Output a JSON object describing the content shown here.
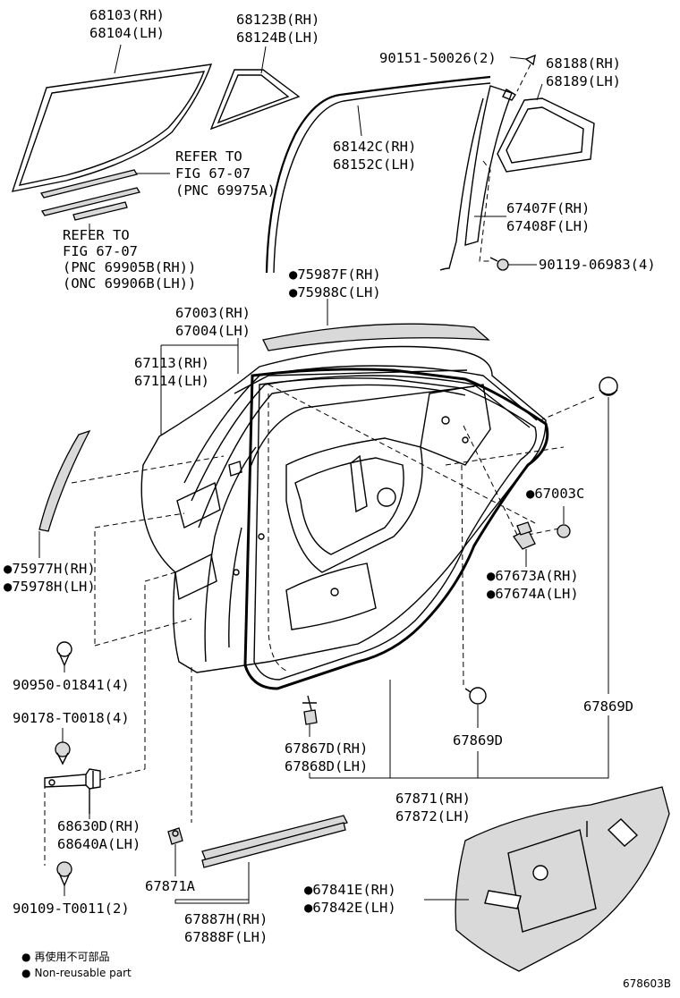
{
  "labels": {
    "glass_rh": "68103(RH)",
    "glass_lh": "68104(LH)",
    "quarter_glass_rh": "68123B(RH)",
    "quarter_glass_lh": "68124B(LH)",
    "screw_top": "90151-50026(2)",
    "quarter_frame_rh": "68188(RH)",
    "quarter_frame_lh": "68189(LH)",
    "refer1_line1": "REFER TO",
    "refer1_line2": "FIG 67-07",
    "refer1_line3": "(PNC 69975A)",
    "run_rh": "68142C(RH)",
    "run_lh": "68152C(LH)",
    "division_bar_rh": "67407F(RH)",
    "division_bar_lh": "67408F(LH)",
    "refer2_line1": "REFER TO",
    "refer2_line2": "FIG 67-07",
    "refer2_line3": "(PNC 69905B(RH))",
    "refer2_line4": "(ONC 69906B(LH))",
    "bolt_division": "90119-06983(4)",
    "molding_rh": "75987F(RH)",
    "molding_lh": "75988C(LH)",
    "door_panel_rh": "67003(RH)",
    "door_panel_lh": "67004(LH)",
    "outer_panel_rh": "67113(RH)",
    "outer_panel_lh": "67114(LH)",
    "door_panel_c": "67003C",
    "garnish_rh": "75977H(RH)",
    "garnish_lh": "75978H(LH)",
    "clip_rh": "67673A(RH)",
    "clip_lh": "67674A(LH)",
    "bolt_hinge": "90950-01841(4)",
    "plug_right": "67869D",
    "bolt_check": "90178-T0018(4)",
    "weatherstrip_clip_rh": "67867D(RH)",
    "weatherstrip_clip_lh": "67868D(LH)",
    "plug_center": "67869D",
    "weatherstrip_rh": "67871(RH)",
    "weatherstrip_lh": "67872(LH)",
    "check_rh": "68630D(RH)",
    "check_lh": "68640A(LH)",
    "seal_clip": "67871A",
    "service_hole_rh": "67841E(RH)",
    "service_hole_lh": "67842E(LH)",
    "bolt_bottom": "90109-T0011(2)",
    "seal_bottom_rh": "67887H(RH)",
    "seal_bottom_lh": "67888F(LH)"
  },
  "legend": {
    "ja": "再使用不可部品",
    "en": "Non-reusable part",
    "marker": "●"
  },
  "figure_id": "678603B"
}
